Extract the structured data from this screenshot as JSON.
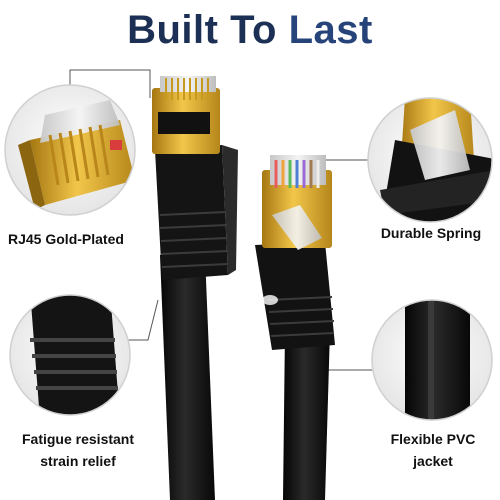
{
  "title": {
    "part1": "Built To",
    "part2": "Last"
  },
  "features": [
    {
      "label": "RJ45 Gold-Plated"
    },
    {
      "label": "Durable Spring"
    },
    {
      "label_line1": "Fatigue resistant",
      "label_line2": "strain relief"
    },
    {
      "label_line1": "Flexible PVC",
      "label_line2": "jacket"
    }
  ],
  "colors": {
    "title_dark": "#1c2f54",
    "title_accent": "#27447a",
    "gold": "#d9a521",
    "cable": "#141414",
    "callout_line": "#555555"
  },
  "icons": [
    "rj45-connector-closeup",
    "spring-clip-closeup",
    "strain-relief-closeup",
    "pvc-jacket-closeup"
  ]
}
